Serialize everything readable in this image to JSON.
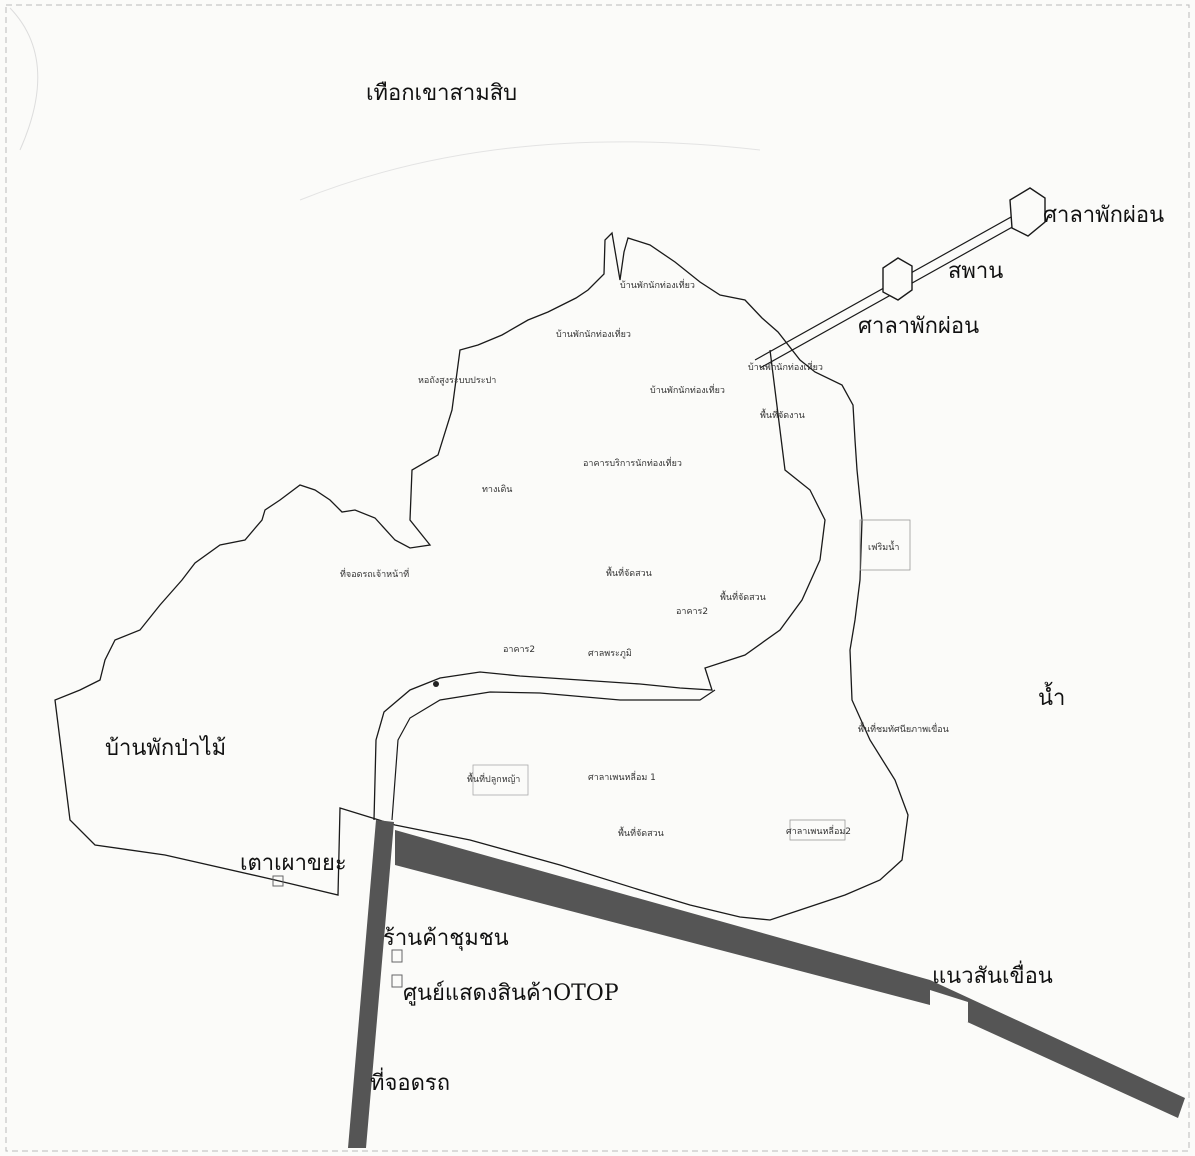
{
  "labels": {
    "mountain": "เทือกเขาสามสิบ",
    "pavilion_1": "ศาลาพักผ่อน",
    "bridge": "สพาน",
    "pavilion_2": "ศาลาพักผ่อน",
    "water": "น้ำ",
    "forest_house": "บ้านพักป่าไม้",
    "incinerator": "เตาเผาขยะ",
    "community_shop": "ร้านค้าชุมชน",
    "otop_center": "ศูนย์แสดงสินค้าOTOP",
    "parking": "ที่จอดรถ",
    "dam_ridge": "แนวสันเขื่อน",
    "house_1": "บ้านพักนักท่องเที่ยว",
    "house_2": "บ้านพักนักท่องเที่ยว",
    "house_3": "บ้านพักนักท่องเที่ยว",
    "house_4": "บ้านพักนักท่องเที่ยว",
    "water_tower": "หอถังสูงระบบประปา",
    "activity_area": "พื้นที่จัดงาน",
    "tourist_service": "อาคารบริการนักท่องเที่ยว",
    "walkway": "ทางเดิน",
    "staff_parking": "ที่จอดรถเจ้าหน้าที่",
    "garden_1": "พื้นที่จัดสวน",
    "garden_2": "พื้นที่จัดสวน",
    "building_2a": "อาคาร2",
    "building_2b": "อาคาร2",
    "shrine": "ศาลพระภูมิ",
    "fountain": "เฟริมน้ำ",
    "viewpoint": "พื้นที่ชมทัศนียภาพเขื่อน",
    "grass_area": "พื้นที่ปลูกหญ้า",
    "toilet_1": "ศาลาเพนหลี่อม 1",
    "toilet_2": "ศาลาเพนหลี่อม2",
    "garden_3": "พื้นที่จัดสวน"
  },
  "colors": {
    "line": "#1a1a1a",
    "road": "#555555",
    "background": "#fbfbf9"
  }
}
